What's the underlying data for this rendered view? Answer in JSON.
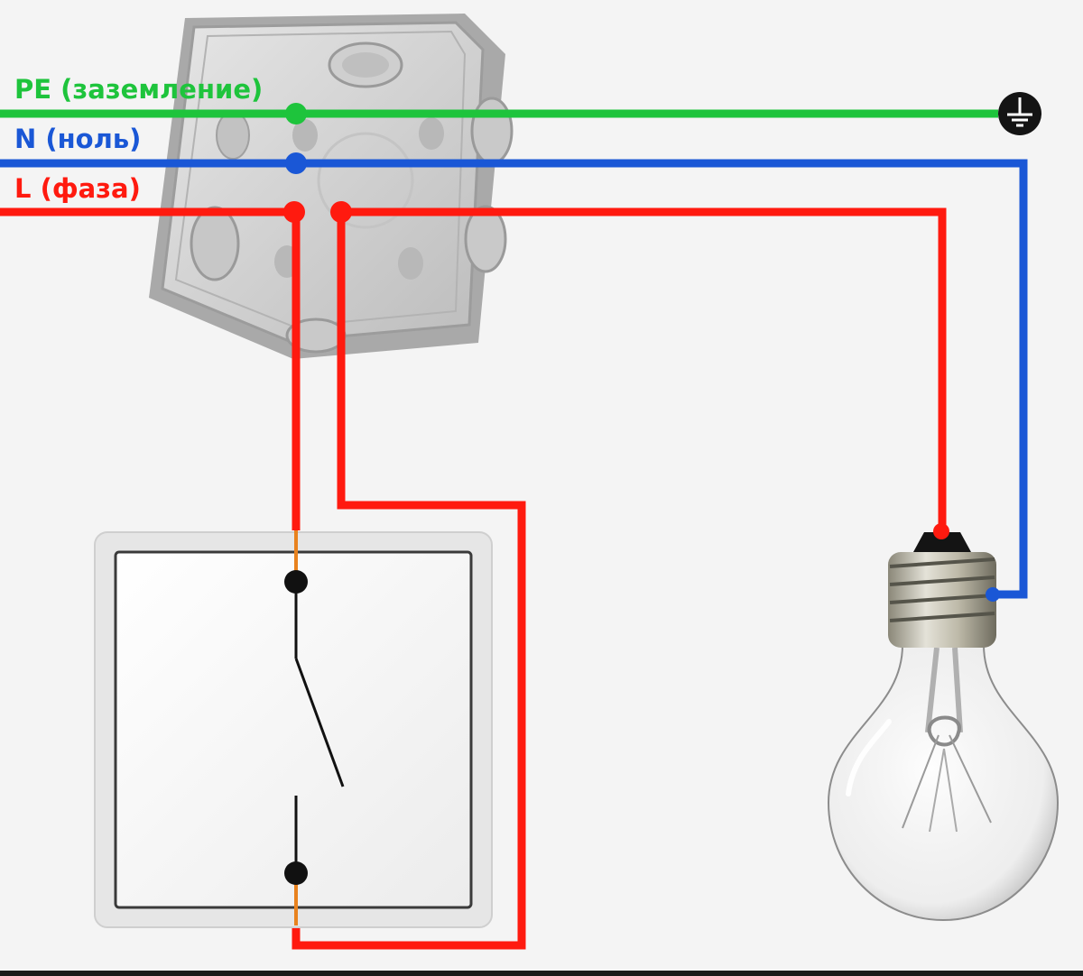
{
  "labels": {
    "pe": "PE (заземление)",
    "n": "N (ноль)",
    "l": "L (фаза)"
  },
  "colors": {
    "pe": "#1ec43c",
    "n": "#1a57d6",
    "l": "#ff1a0f",
    "switch_lead": "#e8821e",
    "background": "#f4f4f4"
  },
  "icons": {
    "ground": "ground-symbol-icon",
    "junction_box": "junction-box-icon",
    "switch": "light-switch-icon",
    "bulb": "light-bulb-icon"
  }
}
